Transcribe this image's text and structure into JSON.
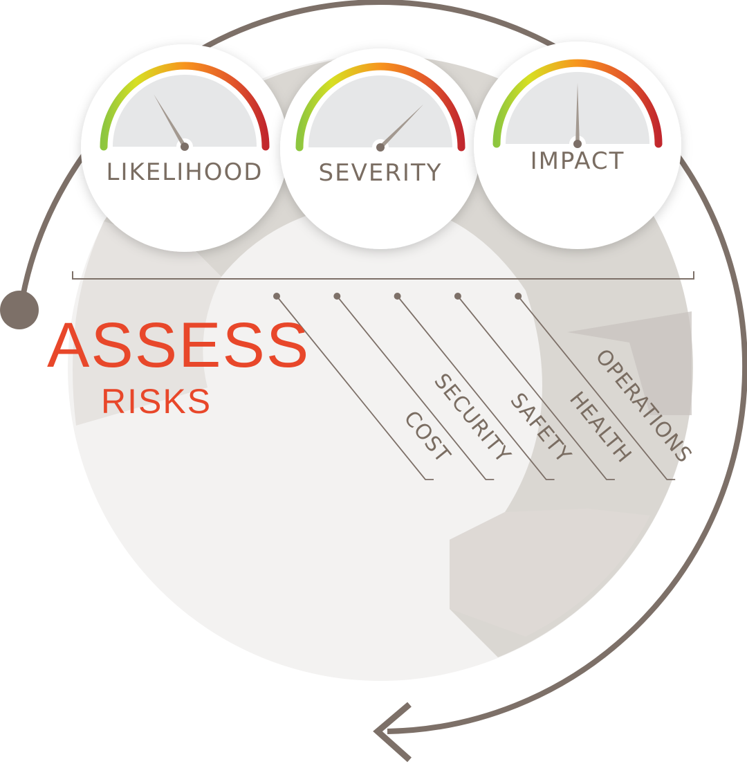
{
  "title": {
    "main": "ASSESS",
    "sub": "RISKS"
  },
  "gauges": [
    {
      "label": "LIKELIHOOD",
      "value": 0.33
    },
    {
      "label": "SEVERITY",
      "value": 0.75
    },
    {
      "label": "IMPACT",
      "value": 0.5
    }
  ],
  "categories": [
    "COST",
    "SECURITY",
    "SAFETY",
    "HEALTH",
    "OPERATIONS"
  ],
  "colors": {
    "accent": "#e8472a",
    "loop": "#7d7068",
    "gauge_low": "#8dc63f",
    "gauge_mid": "#f7941d",
    "gauge_high": "#c1272d"
  }
}
